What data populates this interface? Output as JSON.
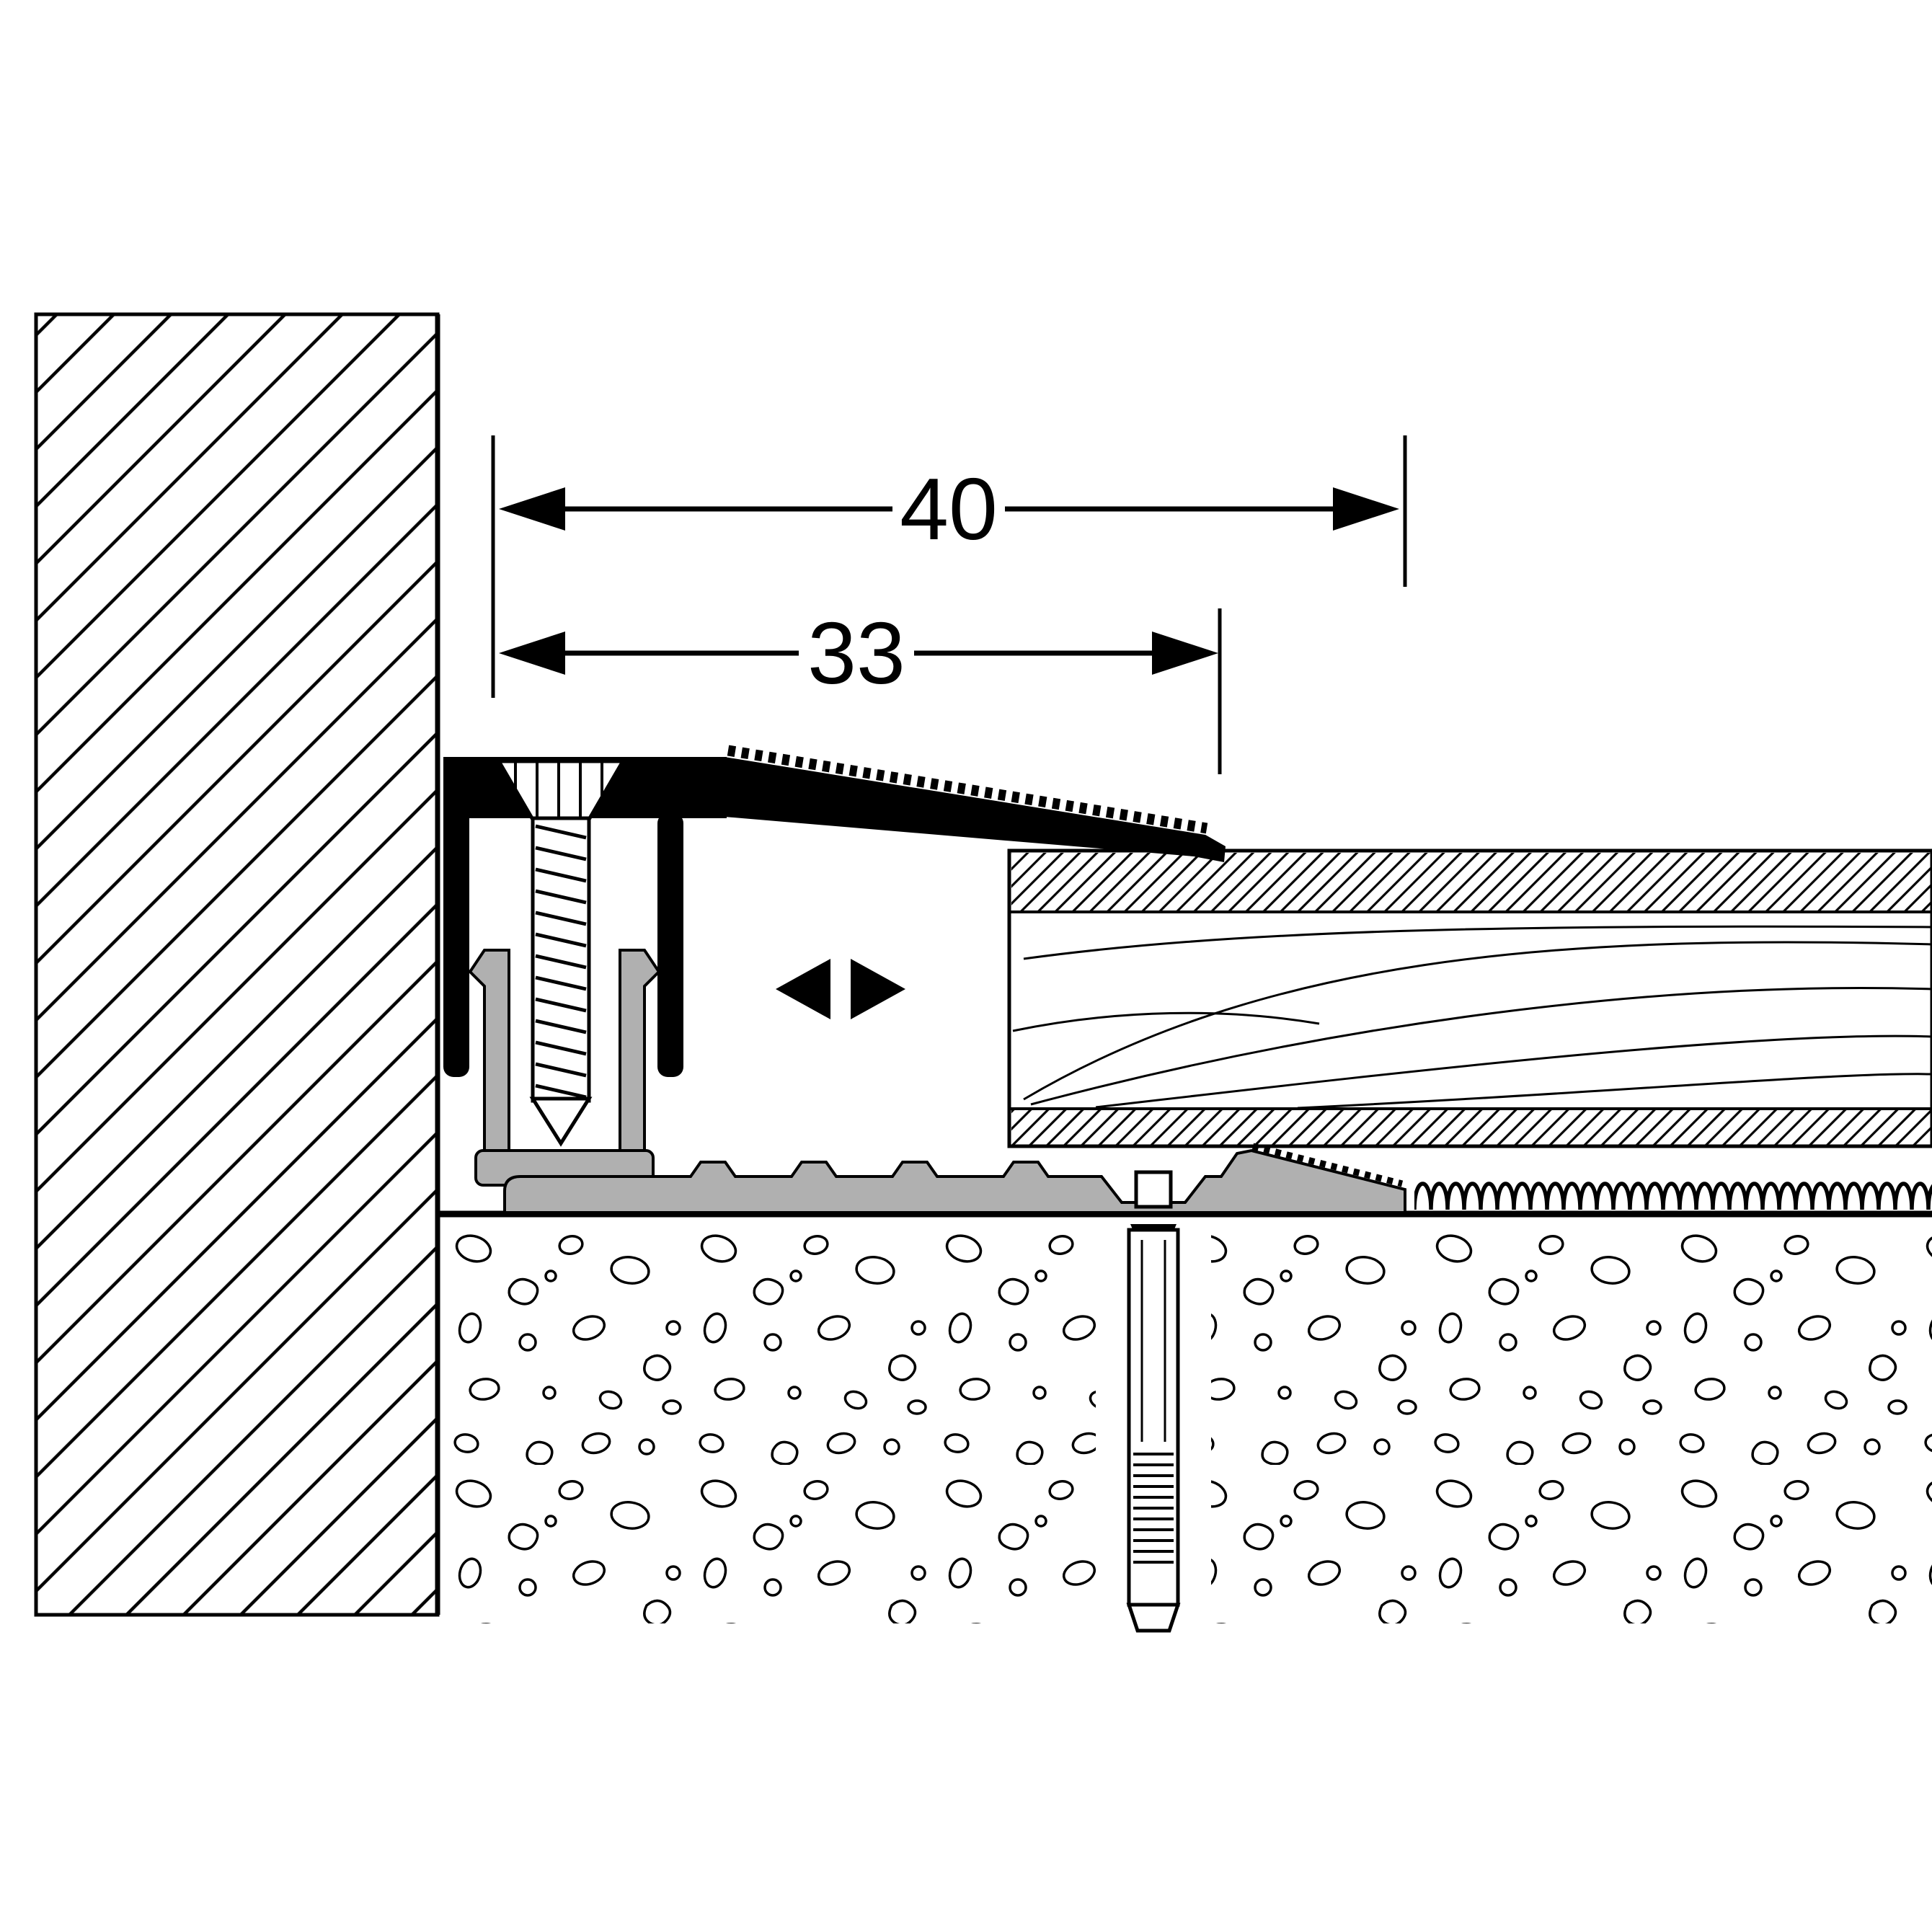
{
  "meta": {
    "description": "Technical cross-section diagram of a height-adjustable floor edge/transition profile at a wall, screwed into a base profile anchored in screed, with wood flooring on underlay",
    "drawing_type": "cross-section"
  },
  "dimensions": {
    "overall": {
      "value": "40"
    },
    "visible_width": {
      "value": "33"
    }
  },
  "colors": {
    "line": "#000000",
    "plastic_gray": "#b0b0b0",
    "background": "#ffffff"
  },
  "icons": {
    "adjustability": "left-right-solid-arrows",
    "dimension_arrows": "outward-pointing-solid-arrowheads"
  },
  "materials": {
    "wall": "masonry-diagonal-hatch",
    "floor_covering": "wood-board-with-wear-layer-hatch",
    "underlay": "foam-squiggle",
    "subfloor": "screed-pebble-texture"
  }
}
